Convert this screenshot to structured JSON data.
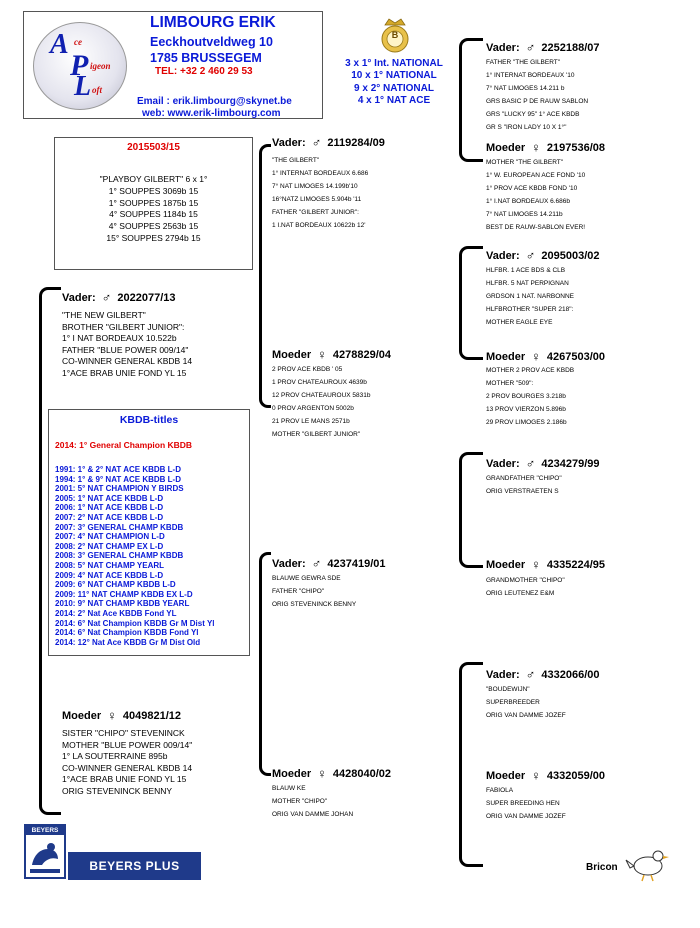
{
  "header": {
    "breeder_name": "LIMBOURG ERIK",
    "street": "Eeckhoutveldweg 10",
    "city": "1785 BRUSSEGEM",
    "tel": "TEL: +32 2 460 29 53",
    "email": "Email : erik.limbourg@skynet.be",
    "web": "web: www.erik-limbourg.com",
    "logo_a": "A",
    "logo_ce": "ce",
    "logo_p": "P",
    "logo_igeon": "igeon",
    "logo_l": "L",
    "logo_oft": "oft"
  },
  "national": {
    "seal_letter": "B",
    "lines": [
      "3 x 1° Int. NATIONAL",
      "10 x 1° NATIONAL",
      "9 x 2° NATIONAL",
      "4 x 1° NAT ACE"
    ]
  },
  "bird": {
    "ring": "2015503/15",
    "lines": [
      "\"PLAYBOY GILBERT\" 6 x 1°",
      "1° SOUPPES 3069b 15",
      "1° SOUPPES 1875b 15",
      "4° SOUPPES 1184b 15",
      "4° SOUPPES 2563b 15",
      "15° SOUPPES 2794b 15"
    ]
  },
  "father": {
    "label": "Vader:",
    "symbol": "♂",
    "ring": "2022077/13",
    "lines": [
      "\"THE NEW GILBERT\"",
      "BROTHER \"GILBERT JUNIOR\":",
      "1° I NAT BORDEAUX 10.522b",
      "FATHER \"BLUE POWER 009/14\"",
      "CO-WINNER GENERAL KBDB 14",
      "1°ACE BRAB UNIE FOND YL 15"
    ]
  },
  "mother": {
    "label": "Moeder",
    "symbol": "♀",
    "ring": "4049821/12",
    "lines": [
      "SISTER \"CHIPO\" STEVENINCK",
      "MOTHER \"BLUE POWER 009/14\"",
      "1° LA SOUTERRAINE 895b",
      "CO-WINNER GENERAL KBDB 14",
      "1°ACE BRAB UNIE FOND YL 15",
      "ORIG STEVENINCK BENNY"
    ]
  },
  "kbdb": {
    "title": "KBDB-titles",
    "highlight": "2014:  1° General Champion KBDB",
    "lines": [
      "1991:  1° & 2° NAT ACE KBDB L-D",
      "1994:  1° & 9° NAT ACE KBDB L-D",
      "2001:  5° NAT CHAMPION Y BIRDS",
      "2005:  1° NAT ACE KBDB L-D",
      "2006:  1° NAT ACE KBDB L-D",
      "2007:  2° NAT ACE KBDB L-D",
      "2007:  3° GENERAL CHAMP KBDB",
      "2007:  4° NAT CHAMPION L-D",
      "2008:  2° NAT CHAMP EX L-D",
      "2008:  3° GENERAL CHAMP KBDB",
      "2008:  5° NAT CHAMP YEARL",
      "2009:  4° NAT ACE KBDB L-D",
      "2009:  6° NAT CHAMP KBDB L-D",
      "2009: 11° NAT CHAMP KBDB EX L-D",
      "2010:  9° NAT CHAMP KBDB YEARL",
      "2014:  2° Nat Ace KBDB Fond YL",
      "2014:  6° Nat Champion KBDB Gr M Dist Yl",
      "2014:  6° Nat Champion KBDB Fond Yl",
      "2014: 12° Nat Ace KBDB Gr M Dist Old"
    ]
  },
  "gp_ff": {
    "label": "Vader:",
    "symbol": "♂",
    "ring": "2119284/09",
    "lines": [
      "\"THE GILBERT\"",
      "1° INTERNAT BORDEAUX 6.686",
      "7° NAT LIMOGES 14.199b'10",
      "16°NATZ LIMOGES 5.904b '11",
      "FATHER \"GILBERT JUNIOR\":",
      "1 I.NAT BORDEAUX 10622b 12'"
    ]
  },
  "gp_fm": {
    "label": "Moeder",
    "symbol": "♀",
    "ring": "4278829/04",
    "lines": [
      "2 PROV ACE KBDB ' 05",
      "1 PROV CHATEAUROUX 4639b",
      "12 PROV CHATEAUROUX 5831b",
      "0 PROV ARGENTON 5002b",
      "21 PROV LE MANS 2571b",
      "MOTHER \"GILBERT JUNIOR\""
    ]
  },
  "gp_mf": {
    "label": "Vader:",
    "symbol": "♂",
    "ring": "4237419/01",
    "lines": [
      "BLAUWE GEWRA SDE",
      "FATHER \"CHIPO\"",
      "ORIG STEVENINCK BENNY"
    ]
  },
  "gp_mm": {
    "label": "Moeder",
    "symbol": "♀",
    "ring": "4428040/02",
    "lines": [
      "BLAUW KE",
      "MOTHER \"CHIPO\"",
      "ORIG VAN DAMME JOHAN"
    ]
  },
  "ggp": [
    {
      "label": "Vader:",
      "symbol": "♂",
      "ring": "2252188/07",
      "lines": [
        "FATHER \"THE GILBERT\"",
        "1° INTERNAT BORDEAUX '10",
        "7° NAT LIMOGES 14.211 b",
        "GRS BASIC P DE RAUW SABLON",
        "GRS \"LUCKY 95\" 1° ACE KBDB",
        "GR S \"IRON LADY 10 X 1°\""
      ]
    },
    {
      "label": "Moeder",
      "symbol": "♀",
      "ring": "2197536/08",
      "lines": [
        "MOTHER \"THE GILBERT\"",
        "1° W. EUROPEAN ACE FOND '10",
        "1° PROV ACE KBDB FOND '10",
        "1° I.NAT BORDEAUX 6.686b",
        "7° NAT LIMOGES 14.211b",
        "BEST DE RAUW-SABLON EVER!"
      ]
    },
    {
      "label": "Vader:",
      "symbol": "♂",
      "ring": "2095003/02",
      "lines": [
        "HLFBR. 1 ACE BDS & CLB",
        "HLFBR. 5 NAT PERPIGNAN",
        "GRDSON 1 NAT. NARBONNE",
        "HLFBROTHER \"SUPER 218\":",
        "MOTHER EAGLE EYE"
      ]
    },
    {
      "label": "Moeder",
      "symbol": "♀",
      "ring": "4267503/00",
      "lines": [
        "MOTHER 2 PROV ACE KBDB",
        "MOTHER \"509\":",
        "2 PROV BOURGES 3.218b",
        "13 PROV VIERZON 5.896b",
        "29 PROV LIMOGES 2.186b"
      ]
    },
    {
      "label": "Vader:",
      "symbol": "♂",
      "ring": "4234279/99",
      "lines": [
        "GRANDFATHER \"CHIPO\"",
        "ORIG VERSTRAETEN S"
      ]
    },
    {
      "label": "Moeder",
      "symbol": "♀",
      "ring": "4335224/95",
      "lines": [
        "GRANDMOTHER \"CHIPO\"",
        "ORIG LEUTENEZ E&M"
      ]
    },
    {
      "label": "Vader:",
      "symbol": "♂",
      "ring": "4332066/00",
      "lines": [
        "\"BOUDEWIJN\"",
        "SUPERBREEDER",
        "ORIG VAN DAMME JOZEF"
      ]
    },
    {
      "label": "Moeder",
      "symbol": "♀",
      "ring": "4332059/00",
      "lines": [
        "FABIOLA",
        "SUPER BREEDING HEN",
        "ORIG VAN DAMME JOZEF"
      ]
    }
  ],
  "footer": {
    "beyers_small": "BEYERS",
    "beyers_plus": "BEYERS PLUS",
    "bricon": "Bricon"
  }
}
